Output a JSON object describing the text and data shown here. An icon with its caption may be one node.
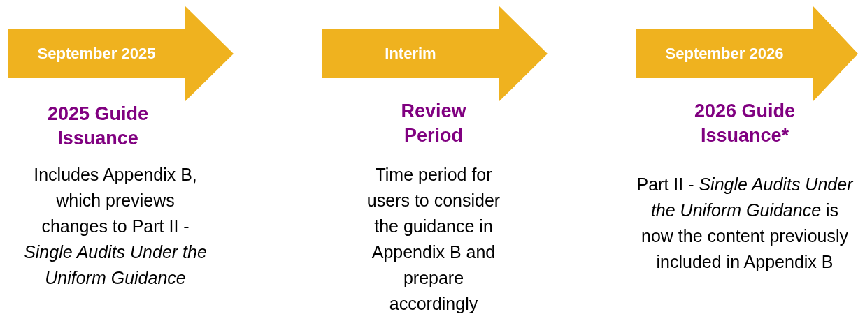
{
  "diagram": {
    "nodes": [
      {
        "text": [
          "September 2025"
        ],
        "beside": [
          "2025 Guide Issuance",
          "Includes Appendix B, which previews changes to Part II - *Single Audits Under the Uniform Guidance*"
        ]
      },
      {
        "text": [
          "Interim"
        ],
        "beside": [
          "Review Period",
          "Time period for users to consider the guidance in Appendix B and prepare accordingly"
        ]
      },
      {
        "text": [
          "September 2026"
        ],
        "beside": [
          "2026 Guide Issuance*",
          "Part II - *Single Audits Under the Uniform Guidance* is now the content previously included in Appendix B"
        ]
      }
    ],
    "edges": []
  }
}
